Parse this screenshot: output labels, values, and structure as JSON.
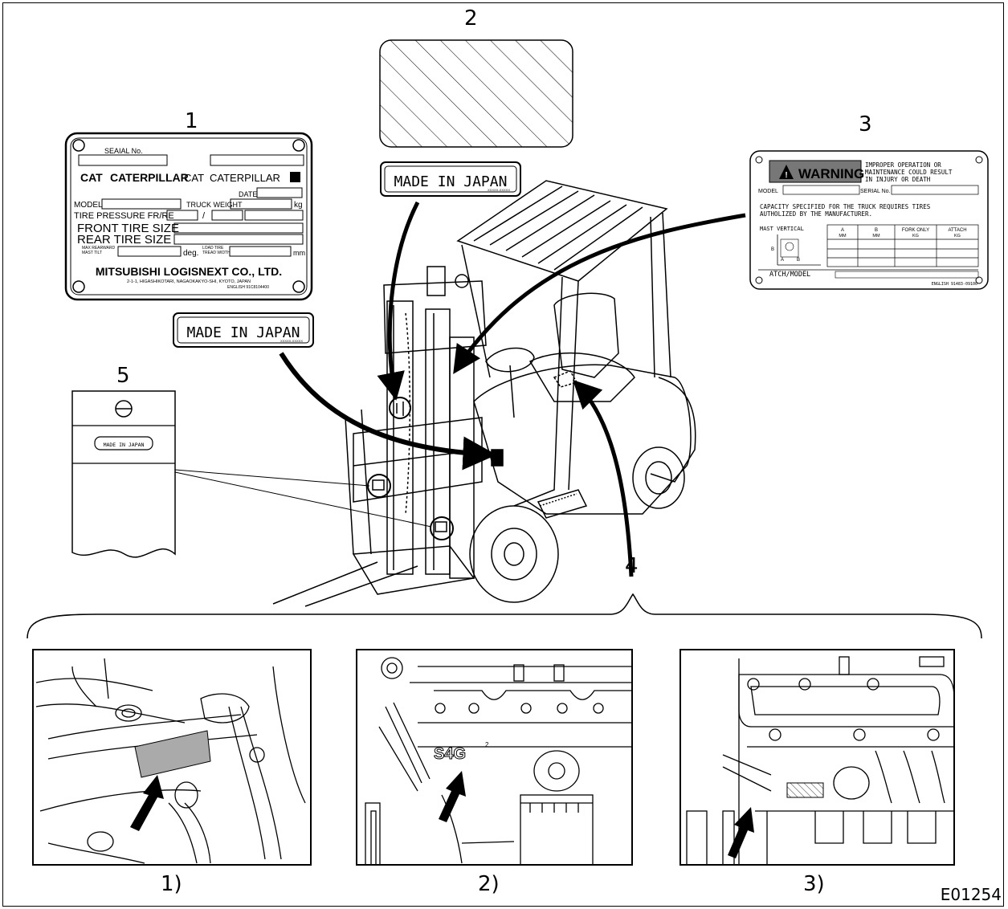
{
  "figure_id": "E01254",
  "callouts": {
    "c1": "1",
    "c2": "2",
    "c3": "3",
    "c4": "4",
    "c5": "5"
  },
  "subfig_captions": [
    "1)",
    "2)",
    "3)"
  ],
  "made_in_japan": {
    "text": "MADE IN JAPAN",
    "code": "XXXXX-XXXXX"
  },
  "plate1": {
    "serial_label": "SEAIAL No.",
    "brand_cat": "CAT",
    "brand_caterpillar": "CATERPILLAR",
    "date_label": "DATE",
    "model_label": "MODEL",
    "truck_weight_label": "TRUCK WEIGHT",
    "kg_unit": "kg",
    "tire_pressure_label": "TIRE PRESSURE FR/RE",
    "slash": "/",
    "front_tire_label": "FRONT TIRE SIZE",
    "rear_tire_label": "REAR TIRE SIZE",
    "mast_tilt_label_1": "MAX REARWARD",
    "mast_tilt_label_2": "MAST TILT",
    "deg_unit": "deg.",
    "load_tire_1": "LOAD TIRE",
    "load_tire_2": "TREAD WIDTH",
    "mm_unit": "mm",
    "company": "MITSUBISHI LOGISNEXT CO., LTD.",
    "address": "2-1-1, HIGASHIKOTARI, NAGAOKAKYO-SHI, KYOTO, JAPAN",
    "part_no": "ENGLISH 91C8104400"
  },
  "plate3": {
    "warning": "WARNING",
    "warning_text_1": "IMPROPER OPERATION OR",
    "warning_text_2": "MAINTENANCE COULD RESULT",
    "warning_text_3": "IN INJURY OR DEATH",
    "model_label": "MODEL",
    "serial_label": "SERIAL No.",
    "capacity_1": "CAPACITY SPECIFIED FOR THE TRUCK REQUIRES TIRES",
    "capacity_2": "AUTHOLIZED BY THE MANUFACTURER.",
    "mast_label": "MAST VERTICAL",
    "col_a": "A",
    "col_b": "B",
    "col_fork": "FORK ONLY",
    "col_attach": "ATTACH",
    "unit_mm1": "MM",
    "unit_mm2": "MM",
    "unit_kg1": "KG",
    "unit_kg2": "KG",
    "diagram_a": "A",
    "diagram_b": "B",
    "atch_label": "ATCH/MODEL",
    "part_no": "ENGLISH 91483-09100"
  },
  "detail2_text": "S4G",
  "detail2_sub": "2"
}
